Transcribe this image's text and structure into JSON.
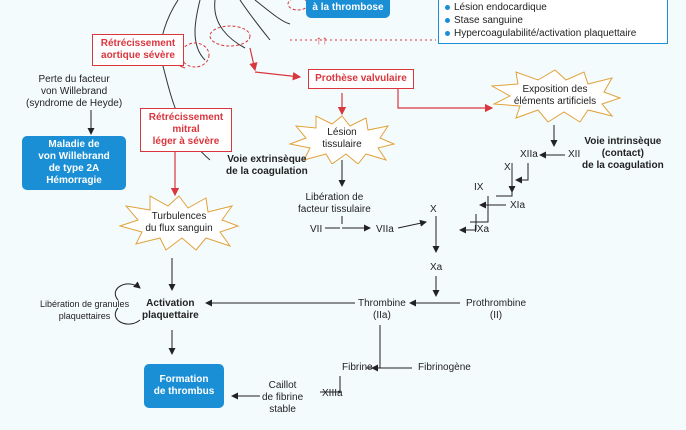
{
  "top_box": "à la thrombose",
  "legend": [
    "Lésion endocardique",
    "Stase sanguine",
    "Hypercoagulabilité/activation plaquettaire"
  ],
  "red_boxes": {
    "aortic": "Rétrécissement\naortique sévère",
    "prosthesis": "Prothèse valvulaire",
    "mitral": "Rétrécissement\nmitral\nléger à sévère"
  },
  "arrows_up": "↑↑",
  "willebrand_loss": "Perte du facteur\nvon Willebrand\n(syndrome de Heyde)",
  "blue_boxes": {
    "vwd": "Maladie de\nvon Willebrand\nde type 2A\nHémorragie",
    "thrombus": "Formation\nde thrombus"
  },
  "bursts": {
    "exposure": "Exposition des\néléments artificiels",
    "lesion": "Lésion\ntissulaire",
    "turbulence": "Turbulences\ndu flux sanguin"
  },
  "extrinsic": "Voie extrinsèque\nde la coagulation",
  "intrinsic": "Voie intrinsèque\n(contact)\nde la coagulation",
  "tissue_factor": "Libération de\nfacteur tissulaire",
  "factors": {
    "XIIa": "XIIa",
    "XII": "XII",
    "XI": "XI",
    "XIa": "XIa",
    "IX": "IX",
    "IXa": "IXa",
    "X": "X",
    "VII": "VII",
    "VIIa": "VIIa",
    "Xa": "Xa"
  },
  "thrombin": "Thrombine\n(IIa)",
  "prothrombin": "Prothrombine\n(II)",
  "granules": "Libération de granules\nplaquettaires",
  "activation": "Activation\nplaquettaire",
  "fibrin": "Fibrine",
  "fibrinogen": "Fibrinogène",
  "XIIIa": "XIIIa",
  "clot": "Caillot\nde fibrine\nstable"
}
